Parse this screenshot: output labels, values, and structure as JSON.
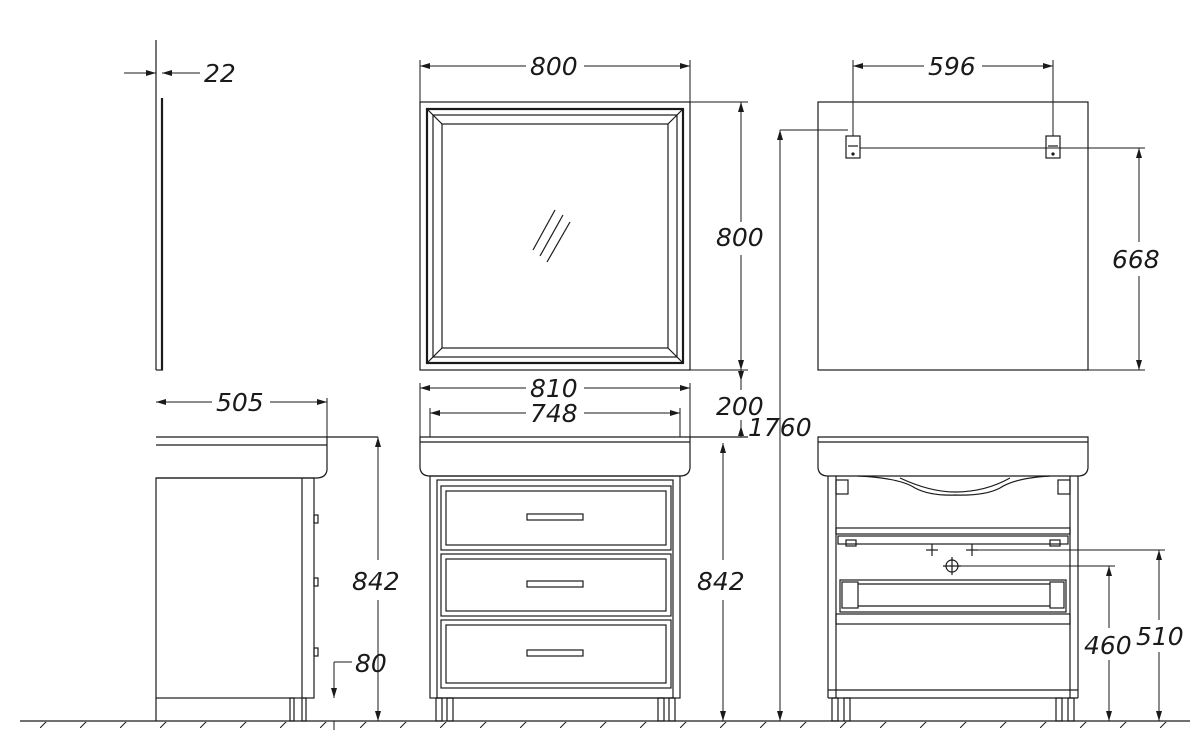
{
  "dimensions": {
    "mirror_thickness": "22",
    "mirror_width": "800",
    "mirror_height": "800",
    "mount_spacing": "596",
    "mount_height": "668",
    "gap_above_basin": "200",
    "total_height": "1760",
    "cabinet_depth": "505",
    "basin_width": "810",
    "cabinet_width": "748",
    "vanity_height_side": "842",
    "vanity_height_front": "842",
    "leg_height": "80",
    "drain_height": "460",
    "pipe_height": "510"
  },
  "colors": {
    "line": "#1a1a1a",
    "background": "#ffffff"
  }
}
